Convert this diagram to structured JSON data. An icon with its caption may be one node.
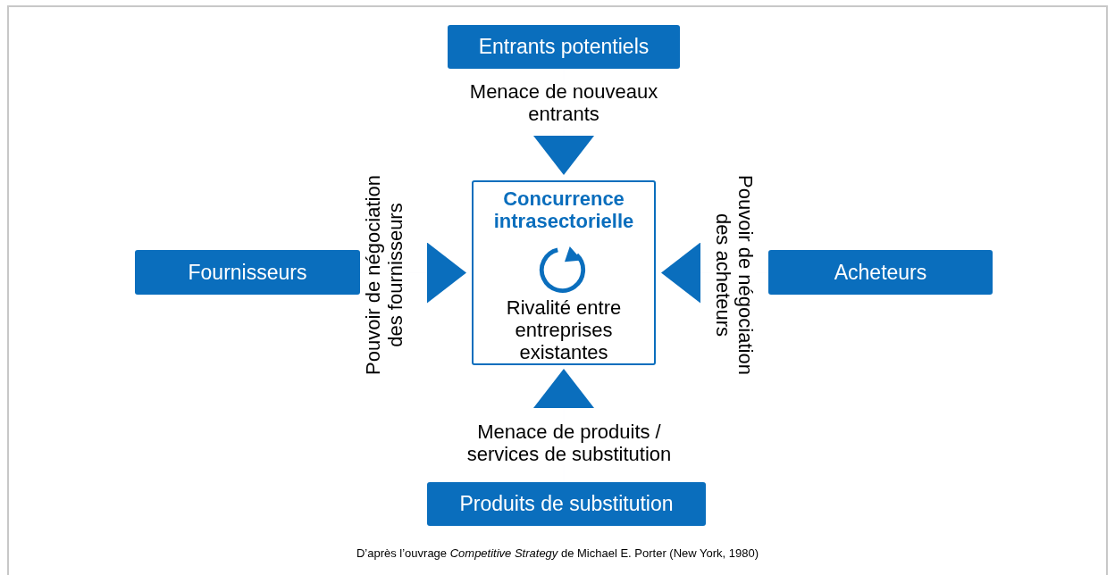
{
  "diagram": {
    "caption": "D’après l’ouvrage *Competitive Strategy* de Michael E. Porter (New York, 1980)",
    "nodes": [
      {
        "text": [
          "Entrants potentiels"
        ]
      },
      {
        "text": [
          "Fournisseurs"
        ]
      },
      {
        "text": [
          "Concurrence intrasectorielle",
          "Rivalité entre entreprises existantes"
        ]
      },
      {
        "text": [
          "Acheteurs"
        ]
      },
      {
        "text": [
          "Produits de substitution"
        ]
      }
    ],
    "edges": [
      {
        "from": 0,
        "to": 2,
        "arrow": "to",
        "label": "Menace de nouveaux entrants"
      },
      {
        "from": 1,
        "to": 2,
        "arrow": "to",
        "label": "Pouvoir de négociation des fournisseurs"
      },
      {
        "from": 3,
        "to": 2,
        "arrow": "to",
        "label": "Pouvoir de négociation des acheteurs"
      },
      {
        "from": 4,
        "to": 2,
        "arrow": "to",
        "label": "Menace de produits / services de substitution"
      }
    ]
  }
}
